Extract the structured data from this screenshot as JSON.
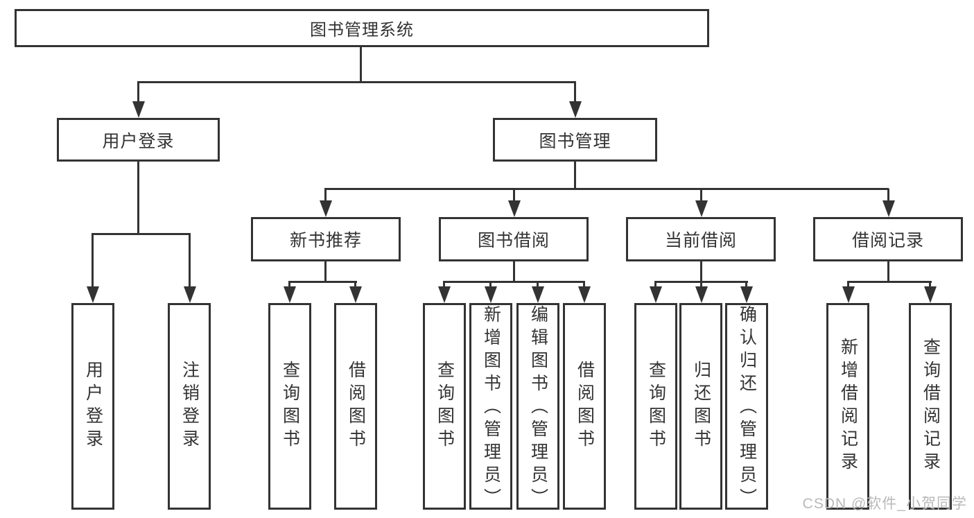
{
  "diagram": {
    "root": {
      "label": "图书管理系统"
    },
    "branches": [
      {
        "label": "用户登录",
        "children": [
          {
            "label": "用户登录"
          },
          {
            "label": "注销登录"
          }
        ]
      },
      {
        "label": "图书管理",
        "children": [
          {
            "label": "新书推荐",
            "children": [
              {
                "label": "查询图书"
              },
              {
                "label": "借阅图书"
              }
            ]
          },
          {
            "label": "图书借阅",
            "children": [
              {
                "label": "查询图书"
              },
              {
                "label": "新增图书（管理员）"
              },
              {
                "label": "编辑图书（管理员）"
              },
              {
                "label": "借阅图书"
              }
            ]
          },
          {
            "label": "当前借阅",
            "children": [
              {
                "label": "查询图书"
              },
              {
                "label": "归还图书"
              },
              {
                "label": "确认归还（管理员）"
              }
            ]
          },
          {
            "label": "借阅记录",
            "children": [
              {
                "label": "新增借阅记录"
              },
              {
                "label": "查询借阅记录"
              }
            ]
          }
        ]
      }
    ],
    "watermark": "CSDN @软件_小贺同学",
    "colors": {
      "line": "#333333",
      "text": "#333333",
      "watermark": "#b9b9b9",
      "background": "#ffffff"
    }
  }
}
